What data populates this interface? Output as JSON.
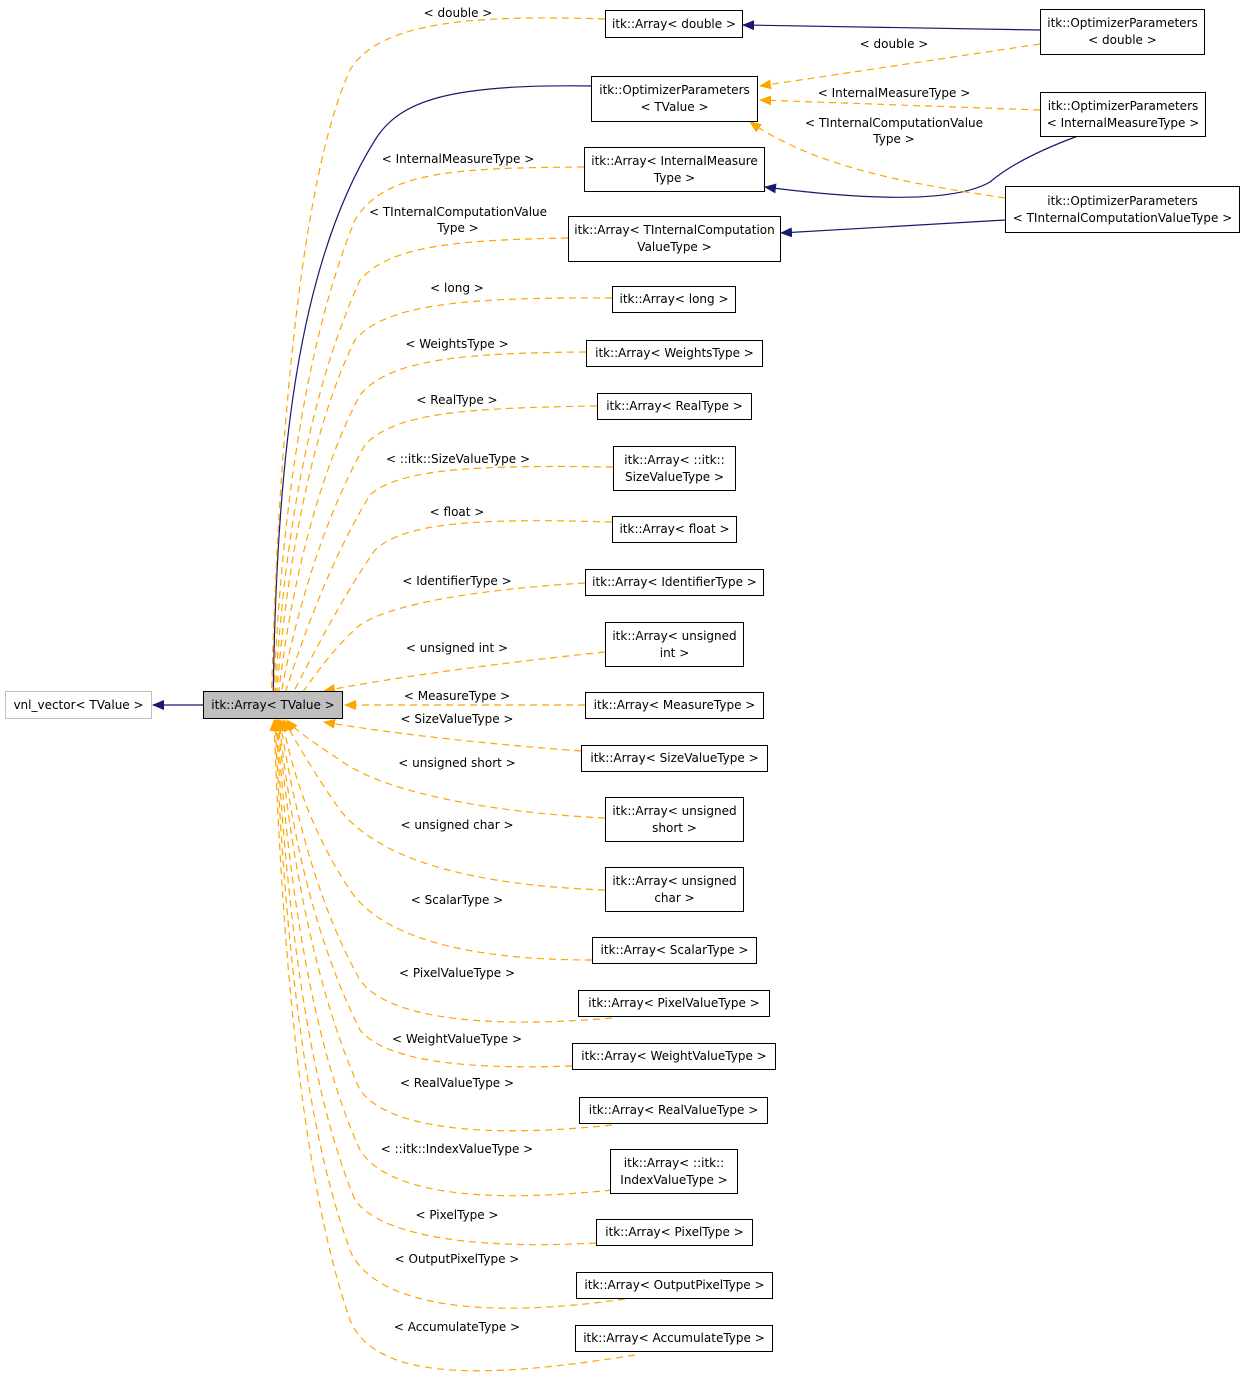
{
  "colors": {
    "inherit": "#191970",
    "template": "#ffa500",
    "root_fill": "#bfbfbf",
    "ext_border": "#bfbfbf"
  },
  "nodes": {
    "vnl": [
      "vnl_vector< TValue >"
    ],
    "root": [
      "itk::Array< TValue >"
    ],
    "a_double": [
      "itk::Array< double >"
    ],
    "op_tvalue": [
      "itk::OptimizerParameters",
      "< TValue >"
    ],
    "a_imt": [
      "itk::Array< InternalMeasure",
      "Type >"
    ],
    "a_ticvt": [
      "itk::Array< TInternalComputation",
      "ValueType >"
    ],
    "a_long": [
      "itk::Array< long >"
    ],
    "a_weights": [
      "itk::Array< WeightsType >"
    ],
    "a_real": [
      "itk::Array< RealType >"
    ],
    "a_itksize": [
      "itk::Array< ::itk::",
      "SizeValueType >"
    ],
    "a_float": [
      "itk::Array< float >"
    ],
    "a_ident": [
      "itk::Array< IdentifierType >"
    ],
    "a_uint": [
      "itk::Array< unsigned",
      "int >"
    ],
    "a_measure": [
      "itk::Array< MeasureType >"
    ],
    "a_sizev": [
      "itk::Array< SizeValueType >"
    ],
    "a_ushort": [
      "itk::Array< unsigned",
      "short >"
    ],
    "a_uchar": [
      "itk::Array< unsigned",
      "char >"
    ],
    "a_scalar": [
      "itk::Array< ScalarType >"
    ],
    "a_pixelv": [
      "itk::Array< PixelValueType >"
    ],
    "a_weightv": [
      "itk::Array< WeightValueType >"
    ],
    "a_realv": [
      "itk::Array< RealValueType >"
    ],
    "a_itkindex": [
      "itk::Array< ::itk::",
      "IndexValueType >"
    ],
    "a_pixel": [
      "itk::Array< PixelType >"
    ],
    "a_outpix": [
      "itk::Array< OutputPixelType >"
    ],
    "a_accum": [
      "itk::Array< AccumulateType >"
    ],
    "op_double": [
      "itk::OptimizerParameters",
      "< double >"
    ],
    "op_imt": [
      "itk::OptimizerParameters",
      "< InternalMeasureType >"
    ],
    "op_ticvt": [
      "itk::OptimizerParameters",
      "< TInternalComputationValueType >"
    ]
  },
  "edge_labels": {
    "double_root": [
      "< double >"
    ],
    "imt_root": [
      "< InternalMeasureType >"
    ],
    "ticvt_root": [
      "< TInternalComputationValue",
      "Type >"
    ],
    "long": [
      "< long >"
    ],
    "weights": [
      "< WeightsType >"
    ],
    "real": [
      "< RealType >"
    ],
    "itksize": [
      "< ::itk::SizeValueType >"
    ],
    "float": [
      "< float >"
    ],
    "ident": [
      "< IdentifierType >"
    ],
    "uint": [
      "< unsigned int >"
    ],
    "measure": [
      "< MeasureType >"
    ],
    "sizev": [
      "< SizeValueType >"
    ],
    "ushort": [
      "< unsigned short >"
    ],
    "uchar": [
      "< unsigned char >"
    ],
    "scalar": [
      "< ScalarType >"
    ],
    "pixelv": [
      "< PixelValueType >"
    ],
    "weightv": [
      "< WeightValueType >"
    ],
    "realv": [
      "< RealValueType >"
    ],
    "itkindex": [
      "< ::itk::IndexValueType >"
    ],
    "pixel": [
      "< PixelType >"
    ],
    "outpix": [
      "< OutputPixelType >"
    ],
    "accum": [
      "< AccumulateType >"
    ],
    "op_double": [
      "< double >"
    ],
    "op_imt": [
      "< InternalMeasureType >"
    ],
    "op_ticvt": [
      "< TInternalComputationValue",
      "Type >"
    ]
  }
}
